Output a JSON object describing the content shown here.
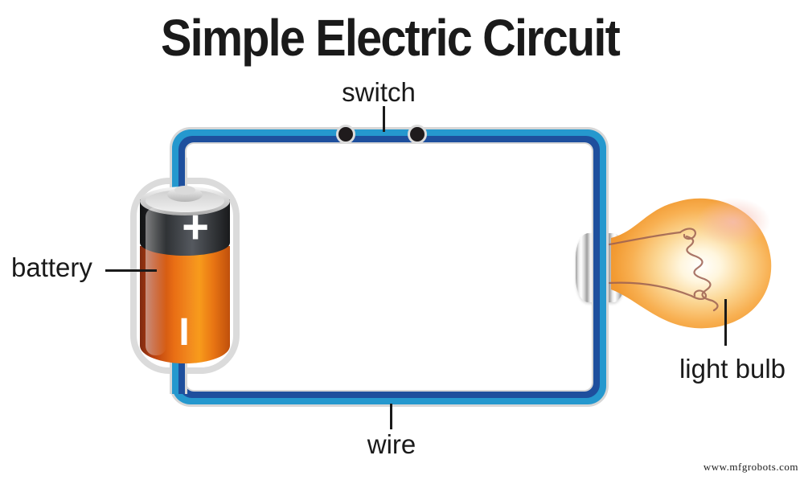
{
  "title": "Simple Electric Circuit",
  "labels": {
    "switch": "switch",
    "battery": "battery",
    "wire": "wire",
    "light_bulb": "light bulb"
  },
  "battery": {
    "plus_symbol": "+",
    "minus_symbol": "I"
  },
  "watermark": "www.mfgrobots.com",
  "colors": {
    "wire_light_blue": "#2598CE",
    "wire_dark_blue": "#1E4F9D",
    "wire_outline_gray": "#D7D7D7",
    "switch_dot_black": "#1F1B1C",
    "battery_orange": "#F28A1E",
    "battery_dark_gray": "#55595F",
    "bulb_glow_orange": "#F6A340",
    "label_text": "#1A1A1A"
  }
}
